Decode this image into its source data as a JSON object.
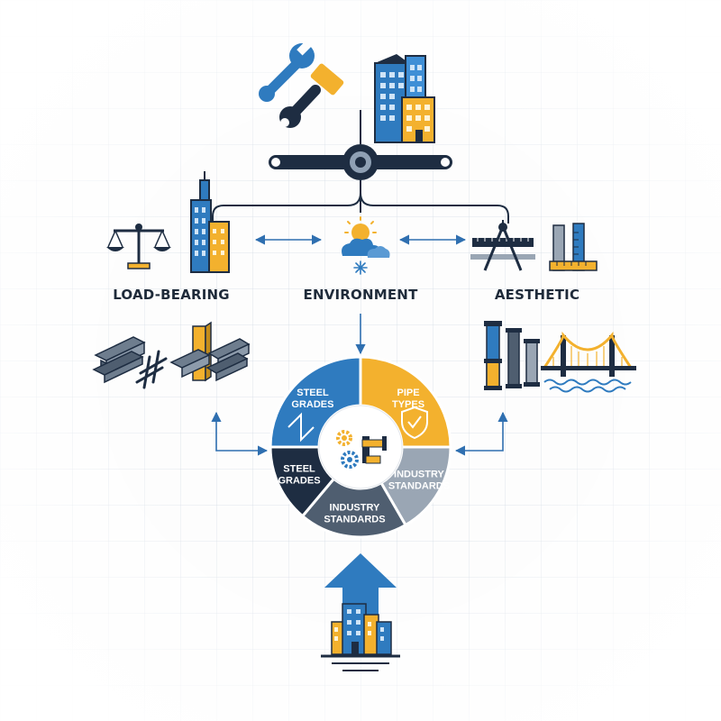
{
  "factors": {
    "load_bearing": "LOAD-BEARING",
    "environment": "ENVIRONMENT",
    "aesthetic": "AESTHETIC"
  },
  "wheel": {
    "segments": [
      {
        "line1": "STEEL",
        "line2": "GRADES",
        "color": "#2f7bbf",
        "text_color": "#ffffff"
      },
      {
        "line1": "PIPE",
        "line2": "TYPES",
        "color": "#f3b12e",
        "text_color": "#ffffff"
      },
      {
        "line1": "INDUSTRY",
        "line2": "STANDARDS",
        "color": "#9aa6b4",
        "text_color": "#ffffff"
      },
      {
        "line1": "INDUSTRY",
        "line2": "STANDARDS",
        "color": "#4f5e70",
        "text_color": "#ffffff"
      },
      {
        "line1": "STEEL",
        "line2": "GRADES",
        "color": "#1e2d42",
        "text_color": "#ffffff"
      }
    ]
  },
  "colors": {
    "navy": "#1e2d42",
    "blue": "#2f7bbf",
    "yellow": "#f3b12e",
    "gray": "#9aa6b4",
    "slate": "#4f5e70"
  },
  "icons": [
    "wrench-icon",
    "hammer-icon",
    "building-icon",
    "balance-scale-icon",
    "skyscraper-icon",
    "sun-cloud-snow-icon",
    "drafting-compass-icon",
    "ruler-column-icon",
    "steel-beams-icon",
    "pipes-icon",
    "bridge-icon",
    "gears-icon",
    "pipe-fitting-icon",
    "shield-check-icon",
    "up-arrow-building-icon"
  ]
}
